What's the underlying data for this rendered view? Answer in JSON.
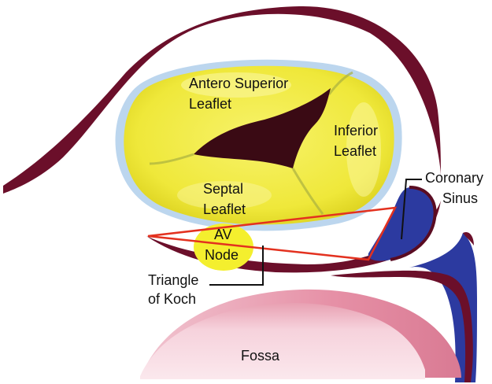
{
  "labels": {
    "antero_superior_l1": "Antero Superior",
    "antero_superior_l2": "Leaflet",
    "inferior_l1": "Inferior",
    "inferior_l2": "Leaflet",
    "septal_l1": "Septal",
    "septal_l2": "Leaflet",
    "av_node_l1": "AV",
    "av_node_l2": "Node",
    "coronary_sinus_l1": "Coronary",
    "coronary_sinus_l2": "Sinus",
    "triangle_l1": "Triangle",
    "triangle_l2": "of Koch",
    "fossa": "Fossa"
  },
  "colors": {
    "outline": "#6b0f2a",
    "leaflet_fill": "#f2ee4a",
    "leaflet_halo": "#bcd6ee",
    "orifice": "#3a0a14",
    "av_node": "#f4ef2e",
    "coronary_sinus": "#2c3aa0",
    "triangle": "#e3311f",
    "fossa_light": "#f8dde4",
    "fossa_dark": "#e38fa4"
  }
}
